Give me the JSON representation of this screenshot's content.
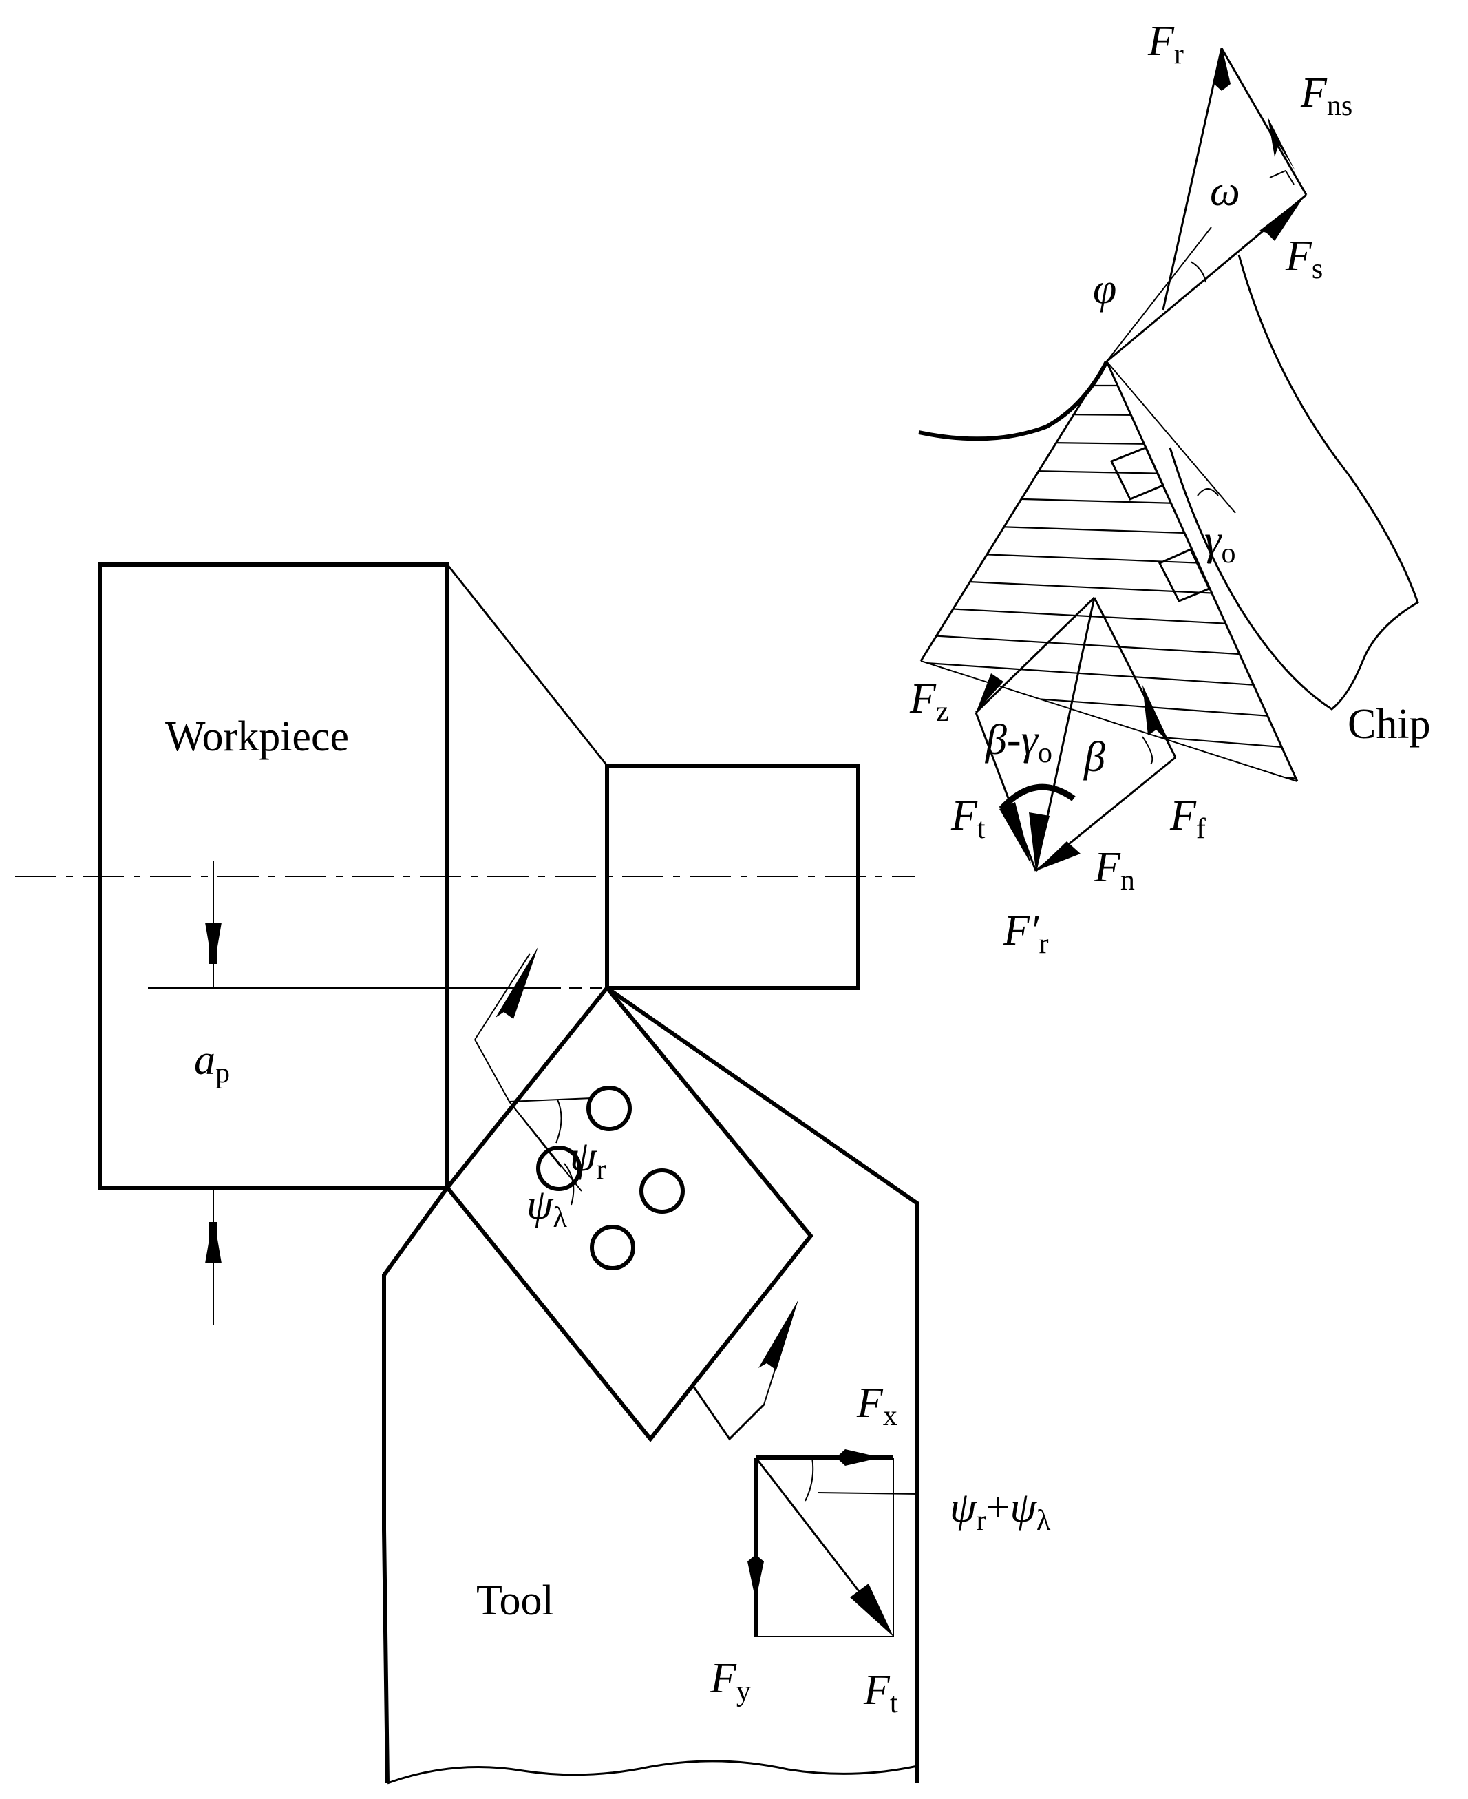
{
  "labels": {
    "workpiece": "Workpiece",
    "tool": "Tool",
    "chip": "Chip"
  },
  "symbols": {
    "ap": {
      "main": "a",
      "sub": "p"
    },
    "Fr": {
      "main": "F",
      "sub": "r"
    },
    "Fns": {
      "main": "F",
      "sub": "ns"
    },
    "Fs": {
      "main": "F",
      "sub": "s"
    },
    "omega": {
      "main": "ω"
    },
    "phi": {
      "main": "φ"
    },
    "gamma_o": {
      "main": "γ",
      "sub": "o"
    },
    "Fz": {
      "main": "F",
      "sub": "z"
    },
    "beta_minus_gamma": {
      "main": "β-γ",
      "sub": "o"
    },
    "beta": {
      "main": "β"
    },
    "Ft_chip": {
      "main": "F",
      "sub": "t"
    },
    "Ff": {
      "main": "F",
      "sub": "f"
    },
    "Fn": {
      "main": "F",
      "sub": "n"
    },
    "Fr_prime": {
      "main": "F′",
      "sub": "r"
    },
    "psi_r": {
      "main": "ψ",
      "sub": "r"
    },
    "psi_lambda": {
      "main": "ψ",
      "sub": "λ"
    },
    "Fx": {
      "main": "F",
      "sub": "x"
    },
    "Fy": {
      "main": "F",
      "sub": "y"
    },
    "Ft_tool": {
      "main": "F",
      "sub": "t"
    },
    "psi_sum": {
      "main1": "ψ",
      "sub1": "r",
      "plus": "+",
      "main2": "ψ",
      "sub2": "λ"
    }
  }
}
